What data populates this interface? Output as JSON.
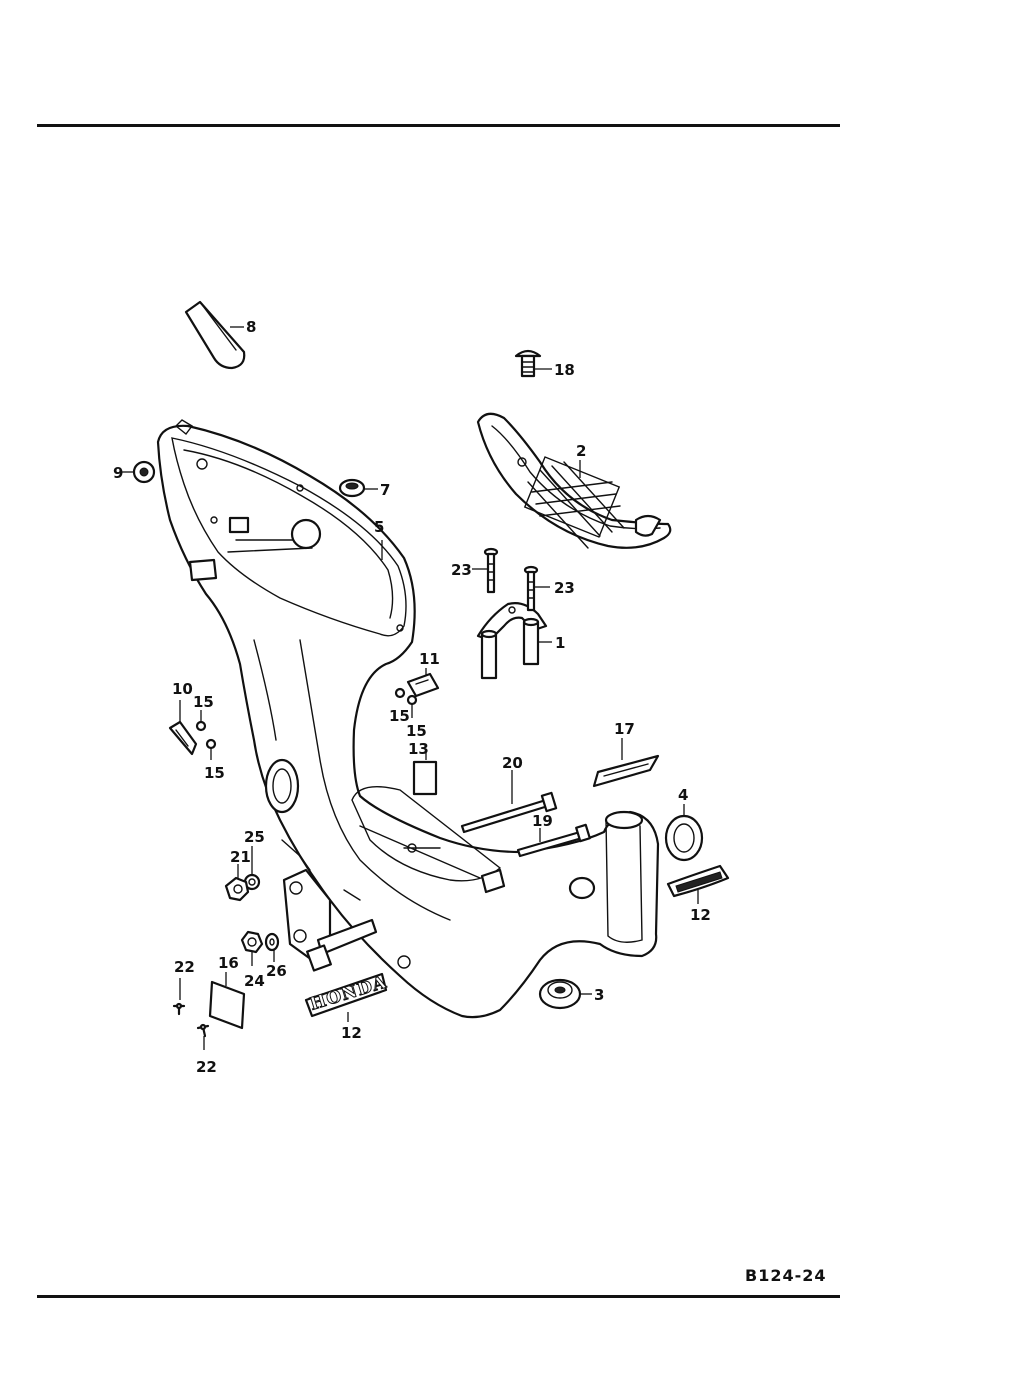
{
  "page": {
    "code": "B124-24"
  },
  "emblem": {
    "text": "HONDA"
  },
  "callouts": [
    {
      "id": "c1",
      "number": "1"
    },
    {
      "id": "c2",
      "number": "2"
    },
    {
      "id": "c3",
      "number": "3"
    },
    {
      "id": "c4",
      "number": "4"
    },
    {
      "id": "c5",
      "number": "5"
    },
    {
      "id": "c7",
      "number": "7"
    },
    {
      "id": "c8",
      "number": "8"
    },
    {
      "id": "c9",
      "number": "9"
    },
    {
      "id": "c10",
      "number": "10"
    },
    {
      "id": "c11",
      "number": "11"
    },
    {
      "id": "c12a",
      "number": "12"
    },
    {
      "id": "c12b",
      "number": "12"
    },
    {
      "id": "c13",
      "number": "13"
    },
    {
      "id": "c15a",
      "number": "15"
    },
    {
      "id": "c15b",
      "number": "15"
    },
    {
      "id": "c15c",
      "number": "15"
    },
    {
      "id": "c15d",
      "number": "15"
    },
    {
      "id": "c16",
      "number": "16"
    },
    {
      "id": "c17",
      "number": "17"
    },
    {
      "id": "c18",
      "number": "18"
    },
    {
      "id": "c19",
      "number": "19"
    },
    {
      "id": "c20",
      "number": "20"
    },
    {
      "id": "c21",
      "number": "21"
    },
    {
      "id": "c22a",
      "number": "22"
    },
    {
      "id": "c22b",
      "number": "22"
    },
    {
      "id": "c23a",
      "number": "23"
    },
    {
      "id": "c23b",
      "number": "23"
    },
    {
      "id": "c24",
      "number": "24"
    },
    {
      "id": "c25",
      "number": "25"
    },
    {
      "id": "c26",
      "number": "26"
    }
  ]
}
